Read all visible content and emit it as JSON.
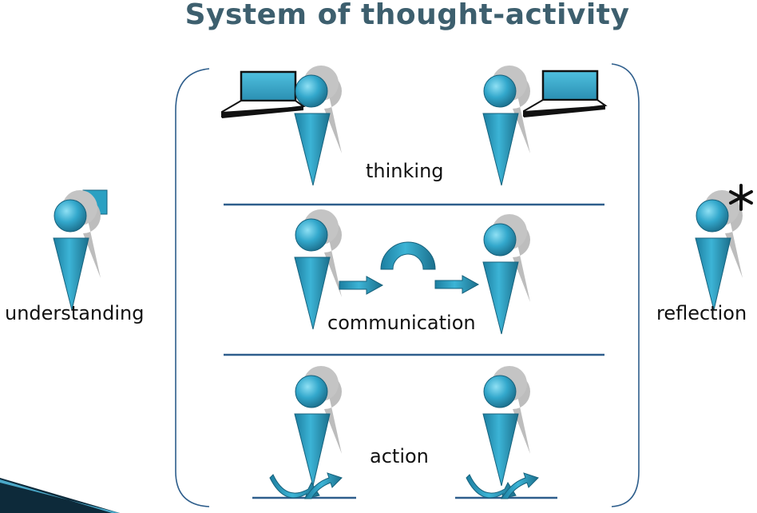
{
  "title": "System of thought-activity",
  "labels": {
    "understanding": "understanding",
    "reflection": "reflection",
    "thinking": "thinking",
    "communication": "communication",
    "action": "action"
  },
  "icons": {
    "person": "person-icon",
    "laptop": "laptop-icon",
    "square": "square-icon",
    "asterisk": "asterisk-icon",
    "arrow": "arrow-icon",
    "arc": "arc-icon",
    "curved_arrow": "curved-arrow-icon"
  },
  "colors": {
    "title": "#3d5f6e",
    "figure": "#2aa0c2",
    "figure_dark": "#1d6f8a",
    "shadow": "#b9b9b9",
    "line": "#2e5e8c",
    "bracket": "#2e5e8c"
  }
}
